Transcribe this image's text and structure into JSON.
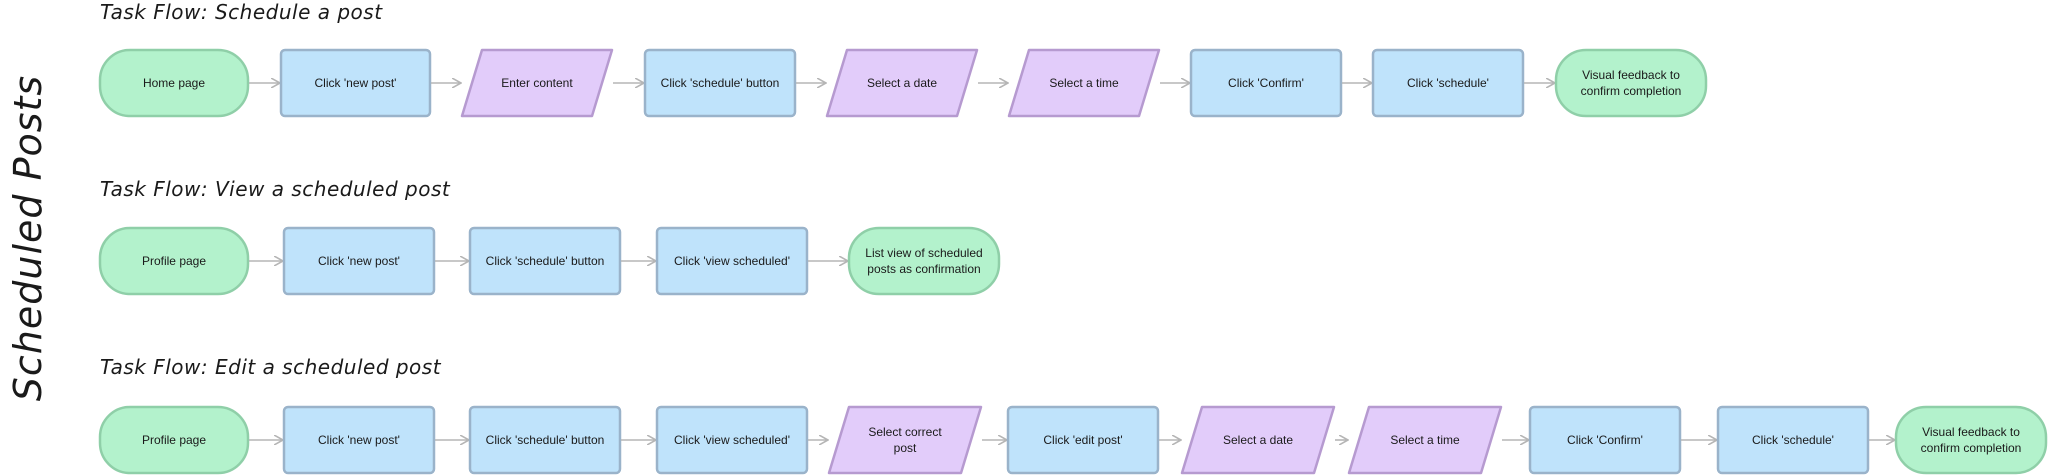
{
  "section_title": "Scheduled Posts",
  "colors": {
    "terminal_fill": "#b3f2cc",
    "terminal_stroke": "#8fcfa8",
    "action_fill": "#bfe3fb",
    "action_stroke": "#9ab3ca",
    "input_fill": "#e2ccfa",
    "input_stroke": "#b69ad0",
    "connector": "#b5b5b5"
  },
  "flows": [
    {
      "title": "Task Flow: Schedule a post",
      "steps": [
        {
          "type": "terminal",
          "label": [
            "Home page"
          ]
        },
        {
          "type": "action",
          "label": [
            "Click 'new post'"
          ]
        },
        {
          "type": "input",
          "label": [
            "Enter content"
          ]
        },
        {
          "type": "action",
          "label": [
            "Click 'schedule' button"
          ]
        },
        {
          "type": "input",
          "label": [
            "Select a date"
          ]
        },
        {
          "type": "input",
          "label": [
            "Select a time"
          ]
        },
        {
          "type": "action",
          "label": [
            "Click 'Confirm'"
          ]
        },
        {
          "type": "action",
          "label": [
            "Click 'schedule'"
          ]
        },
        {
          "type": "terminal",
          "label": [
            "Visual feedback to",
            "confirm completion"
          ]
        }
      ]
    },
    {
      "title": "Task Flow: View a scheduled post",
      "steps": [
        {
          "type": "terminal",
          "label": [
            "Profile page"
          ]
        },
        {
          "type": "action",
          "label": [
            "Click 'new post'"
          ]
        },
        {
          "type": "action",
          "label": [
            "Click 'schedule' button"
          ]
        },
        {
          "type": "action",
          "label": [
            "Click 'view scheduled'"
          ]
        },
        {
          "type": "terminal",
          "label": [
            "List view of scheduled",
            "posts as confirmation"
          ]
        }
      ]
    },
    {
      "title": "Task Flow: Edit a scheduled post",
      "steps": [
        {
          "type": "terminal",
          "label": [
            "Profile page"
          ]
        },
        {
          "type": "action",
          "label": [
            "Click 'new post'"
          ]
        },
        {
          "type": "action",
          "label": [
            "Click 'schedule' button"
          ]
        },
        {
          "type": "action",
          "label": [
            "Click 'view scheduled'"
          ]
        },
        {
          "type": "input",
          "label": [
            "Select correct",
            "post"
          ]
        },
        {
          "type": "action",
          "label": [
            "Click 'edit post'"
          ]
        },
        {
          "type": "input",
          "label": [
            "Select a date"
          ]
        },
        {
          "type": "input",
          "label": [
            "Select a time"
          ]
        },
        {
          "type": "action",
          "label": [
            "Click 'Confirm'"
          ]
        },
        {
          "type": "action",
          "label": [
            "Click 'schedule'"
          ]
        },
        {
          "type": "terminal",
          "label": [
            "Visual feedback to",
            "confirm completion"
          ]
        }
      ]
    }
  ]
}
